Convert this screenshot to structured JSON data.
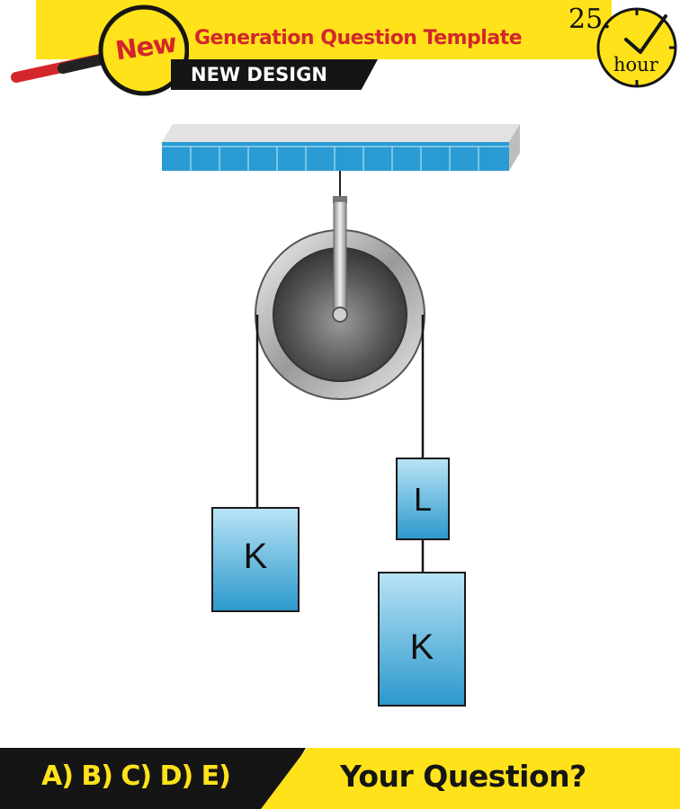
{
  "header": {
    "badge": "New",
    "title": "Generation Question Template",
    "subtitle": "NEW DESIGN"
  },
  "timer": {
    "number": "25.",
    "unit": "hour"
  },
  "diagram": {
    "blocks": {
      "left_hanging": "K",
      "right_upper": "L",
      "right_lower": "K"
    }
  },
  "footer": {
    "options": "A) B) C) D) E)",
    "question": "Your Question?"
  },
  "colors": {
    "header_yellow": "#ffe21a",
    "title_red": "#d3262b",
    "dark": "#151515",
    "block_blue": "#3aa6d8"
  },
  "icons": [
    "magnifier-icon",
    "clock-checkmark-icon"
  ]
}
